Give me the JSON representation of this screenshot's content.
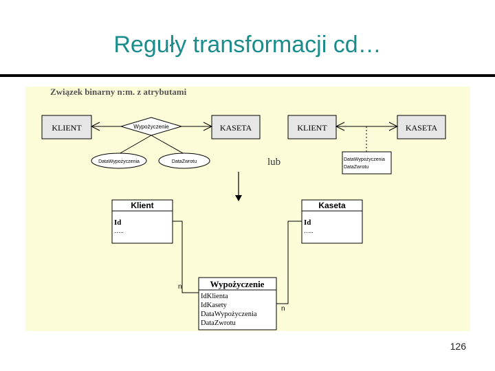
{
  "slide": {
    "title": "Reguły transformacji cd…",
    "page_number": "126"
  },
  "diagram": {
    "heading": "Związek binarny n:m. z atrybutami",
    "variant_a": {
      "entity_left": "KLIENT",
      "relationship": "Wypożyczenie",
      "entity_right": "KASETA",
      "attribute_1": "DataWypożyczenia",
      "attribute_2": "DataZwrotu"
    },
    "separator": "lub",
    "variant_b": {
      "entity_left": "KLIENT",
      "entity_right": "KASETA",
      "attributes": [
        "DataWypożyczenia",
        "DataZwrotu"
      ]
    },
    "tables": {
      "klient": {
        "name": "Klient",
        "rows": [
          "Id",
          "….."
        ]
      },
      "kaseta": {
        "name": "Kaseta",
        "rows": [
          "Id",
          "….."
        ]
      },
      "wypozyczenie": {
        "name": "Wypożyczenie",
        "rows": [
          "IdKlienta",
          "IdKasety",
          "DataWypożyczenia",
          "DataZwrotu"
        ]
      }
    },
    "cardinality_left": "n",
    "cardinality_right": "n"
  },
  "colors": {
    "title": "#1a8c8c",
    "panel_background": "#fcfcd8",
    "entity_fill": "#e6e6e6",
    "line": "#000000"
  }
}
